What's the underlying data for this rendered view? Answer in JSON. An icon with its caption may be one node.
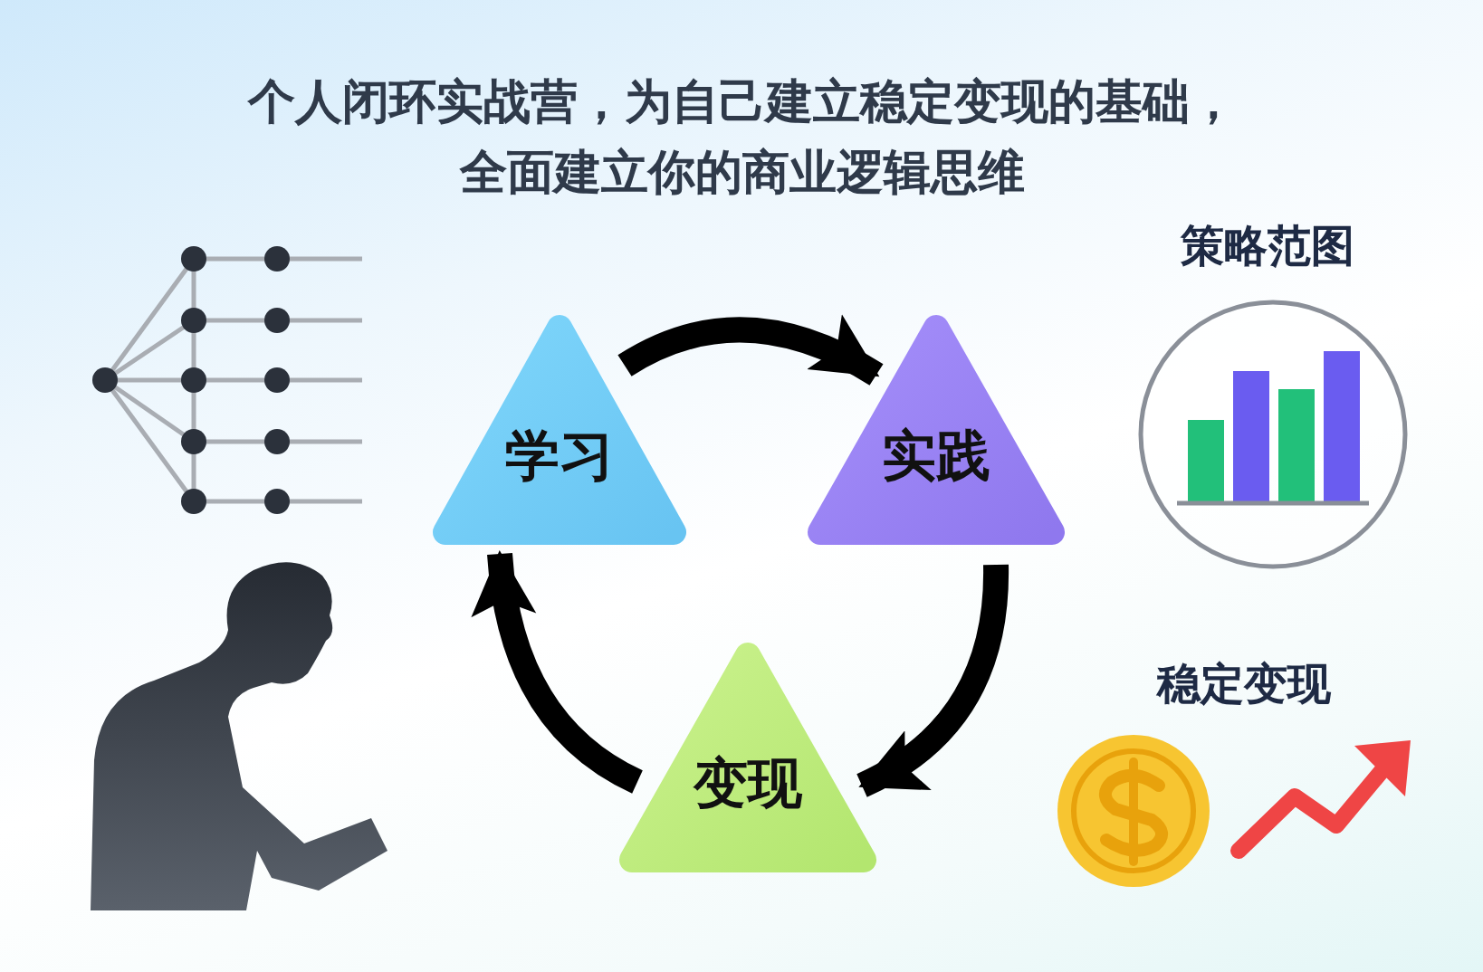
{
  "diagram": {
    "title": "个人闭环实战营，为自己建立稳定变现的基础，全面建立你的商业逻辑思维",
    "nodes": [
      {
        "text": [
          "学习"
        ]
      },
      {
        "text": [
          "实践"
        ]
      },
      {
        "text": [
          "变现"
        ]
      }
    ],
    "edges": [
      {
        "from": 0,
        "to": 1,
        "arrow": "to"
      },
      {
        "from": 1,
        "to": 2,
        "arrow": "to"
      },
      {
        "from": 2,
        "to": 0,
        "arrow": "to"
      }
    ],
    "labels": [
      "策略范图",
      "稳定变现"
    ]
  }
}
